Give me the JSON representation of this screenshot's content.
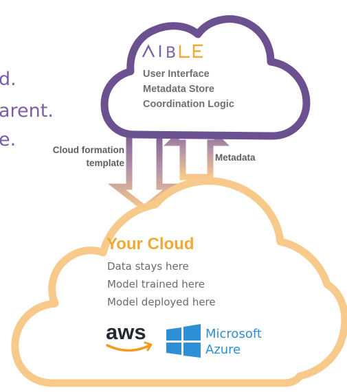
{
  "background_text": [
    "d.",
    "arent.",
    "e."
  ],
  "aible_cloud": {
    "logo": "AIBLE",
    "lines": [
      "User Interface",
      "Metadata Store",
      "Coordination Logic"
    ]
  },
  "arrows": {
    "down_label_line1": "Cloud formation",
    "down_label_line2": "template",
    "up_label": "Metadata"
  },
  "your_cloud": {
    "title": "Your Cloud",
    "lines": [
      "Data stays here",
      "Model trained here",
      "Model deployed here"
    ]
  },
  "logos": {
    "aws": "aws",
    "microsoft": "Microsoft",
    "azure": "Azure"
  },
  "colors": {
    "purple": "#6b5190",
    "orange": "#f7c98a",
    "title_orange": "#f0a935",
    "azure_blue": "#2d8fd6"
  }
}
